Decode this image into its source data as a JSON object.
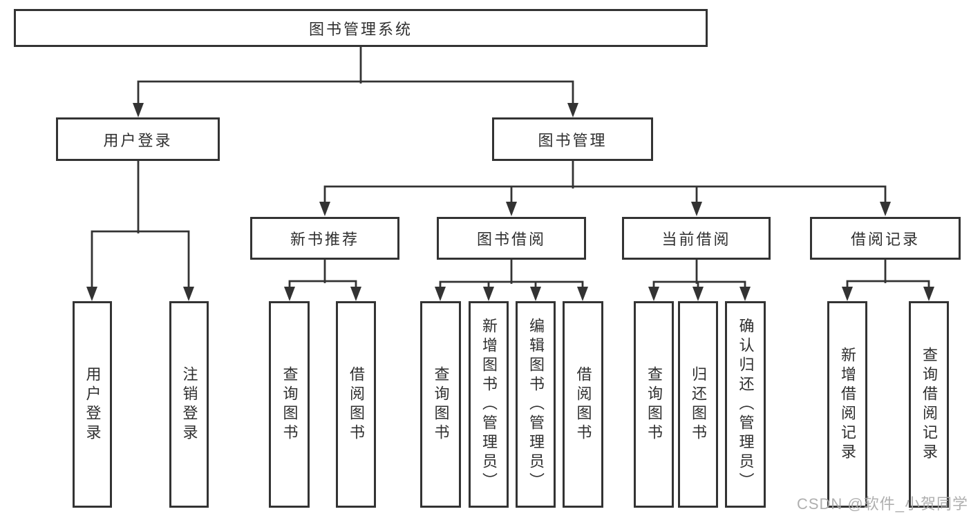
{
  "diagram": {
    "root": {
      "label": "图书管理系统"
    },
    "branches": [
      {
        "label": "用户登录",
        "children": [
          {
            "label": "用户登录"
          },
          {
            "label": "注销登录"
          }
        ]
      },
      {
        "label": "图书管理",
        "children": [
          {
            "label": "新书推荐",
            "children": [
              {
                "label": "查询图书"
              },
              {
                "label": "借阅图书"
              }
            ]
          },
          {
            "label": "图书借阅",
            "children": [
              {
                "label": "查询图书"
              },
              {
                "label": "新增图书（管理员）"
              },
              {
                "label": "编辑图书（管理员）"
              },
              {
                "label": "借阅图书"
              }
            ]
          },
          {
            "label": "当前借阅",
            "children": [
              {
                "label": "查询图书"
              },
              {
                "label": "归还图书"
              },
              {
                "label": "确认归还（管理员）"
              }
            ]
          },
          {
            "label": "借阅记录",
            "children": [
              {
                "label": "新增借阅记录"
              },
              {
                "label": "查询借阅记录"
              }
            ]
          }
        ]
      }
    ]
  },
  "colors": {
    "line": "#333333",
    "box_border": "#333333",
    "box_background": "#ffffff",
    "text": "#2f2f2f",
    "watermark": "#a8a8a8"
  },
  "watermark": {
    "text": "CSDN @软件_小贺同学"
  }
}
